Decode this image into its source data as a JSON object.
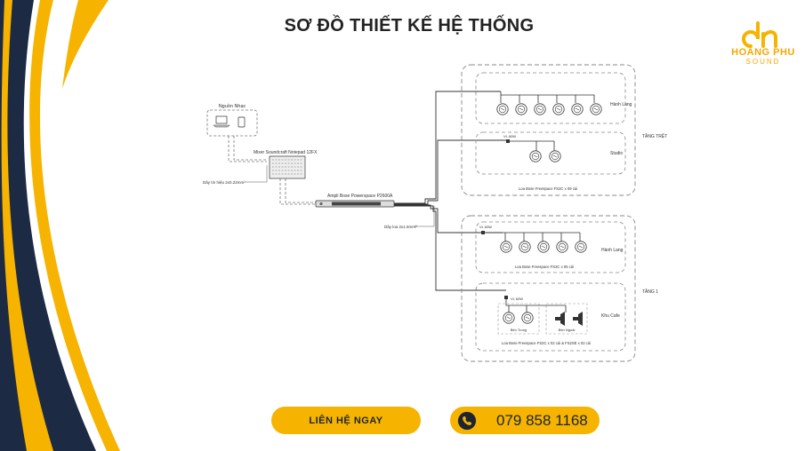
{
  "title": "SƠ ĐỒ THIẾT KẾ HỆ THỐNG",
  "brand": {
    "name": "HOANG PHU",
    "sub": "SOUND",
    "accent": "#f6b400",
    "navy": "#1d2433"
  },
  "diagram": {
    "source_label": "Nguồn Nhạc",
    "mixer_label": "Mixer Soundcraft Notepad 12FX",
    "signal_cable_label": "Dây tín hiệu 2x0.22mm²",
    "amp_label": "Ampli Bose Powerspace P2600A",
    "speaker_cable_label": "Dây loa 2x1.5mm²",
    "floor_ground": {
      "label": "TẦNG TRỆT",
      "hallway_label": "Hành Lang",
      "studio_label": "Studio",
      "volume_label": "VL 60W",
      "speakers_label": "Loa Bose Freespace FS2C x 09 cái"
    },
    "floor_one": {
      "label": "TẦNG 1",
      "hallway_label": "Hành Lang",
      "hallway_volume_label": "VL 60W",
      "hallway_speakers_label": "Loa Bose Freespace FS2C x 05 cái",
      "cafe_label": "Khu Cafe",
      "cafe_volume_label": "VL 60W",
      "inside_label": "Bên Trong",
      "outside_label": "Bên Ngoài",
      "cafe_speakers_label": "Loa Bose Freespace FS2C x 02 cái & FS2SE x 02 cái"
    }
  },
  "buttons": {
    "contact_label": "LIÊN HỆ NGAY",
    "phone_number": "079 858 1168"
  },
  "icons": {
    "phone": "phone-icon",
    "laptop": "laptop-icon",
    "player": "media-player-icon",
    "mixer": "mixer-icon",
    "amplifier": "amplifier-icon",
    "speaker": "ceiling-speaker-icon",
    "volume": "volume-control-icon"
  }
}
